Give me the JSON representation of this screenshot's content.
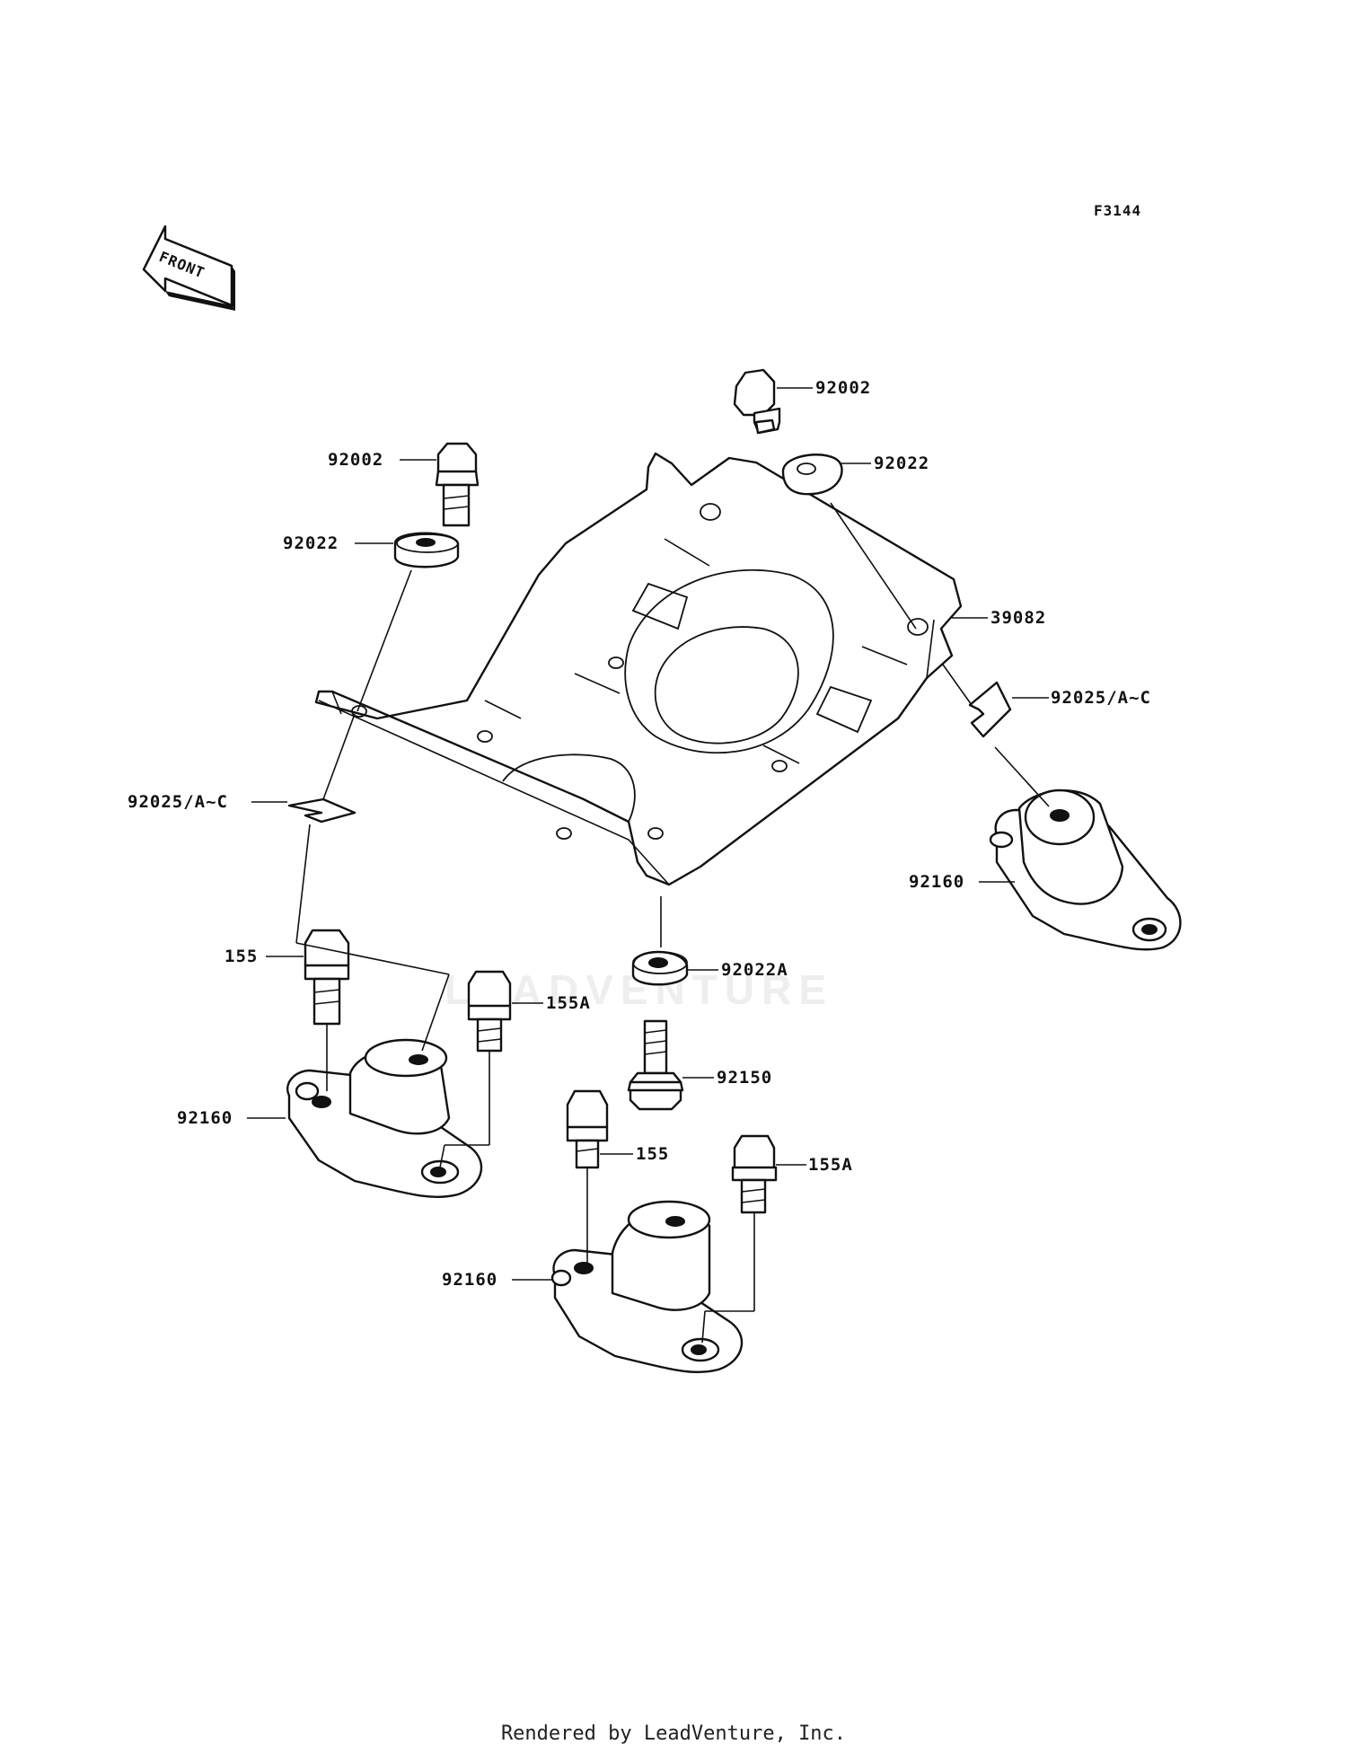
{
  "diagram_id": "F3144",
  "front_arrow_label": "FRONT",
  "watermark_text": "LEADVENTURE",
  "footer_text": "Rendered by LeadVenture, Inc.",
  "parts": {
    "bolt_top_right": "92002",
    "bolt_top_left": "92002",
    "washer_top_right": "92022",
    "washer_top_left": "92022",
    "bracket": "39082",
    "clip_right": "92025/A~C",
    "clip_left": "92025/A~C",
    "mount_right": "92160",
    "washer_center": "92022A",
    "bolt_left_155": "155",
    "bolt_left_155A": "155A",
    "stud_center": "92150",
    "mount_left": "92160",
    "bolt_bottom_155": "155",
    "bolt_bottom_155A": "155A",
    "mount_bottom": "92160"
  }
}
